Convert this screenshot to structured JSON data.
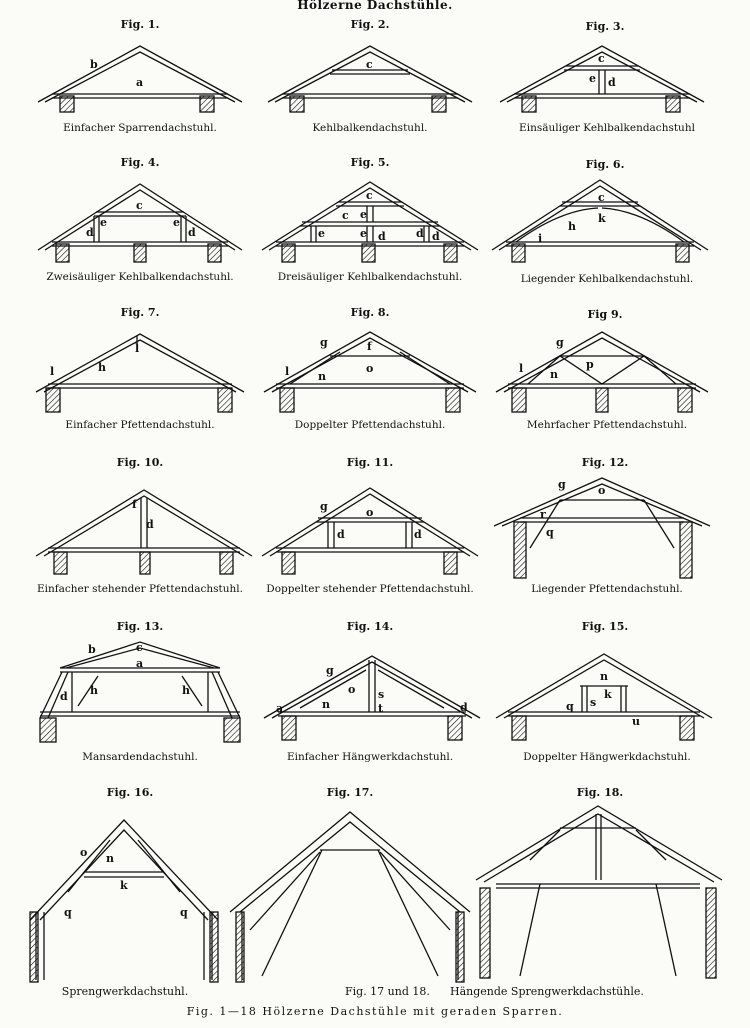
{
  "title": "Hölzerne Dachstühle.",
  "figures": [
    {
      "label": "Fig. 1.",
      "caption": "Einfacher Sparrendachstuhl.",
      "letters": [
        "b",
        "a"
      ]
    },
    {
      "label": "Fig. 2.",
      "caption": "Kehlbalkendachstuhl.",
      "letters": [
        "c"
      ]
    },
    {
      "label": "Fig. 3.",
      "caption": "Einsäuliger Kehlbalkendachstuhl",
      "letters": [
        "c",
        "e",
        "d"
      ]
    },
    {
      "label": "Fig. 4.",
      "caption": "Zweisäuliger Kehlbalkendachstuhl.",
      "letters": [
        "c",
        "e",
        "e",
        "d",
        "d"
      ]
    },
    {
      "label": "Fig. 5.",
      "caption": "Dreisäuliger Kehlbalkendachstuhl.",
      "letters": [
        "c",
        "c",
        "e",
        "e",
        "e",
        "d",
        "d",
        "d"
      ]
    },
    {
      "label": "Fig. 6.",
      "caption": "Liegender Kehlbalkendachstuhl.",
      "letters": [
        "c",
        "k",
        "h",
        "i"
      ]
    },
    {
      "label": "Fig. 7.",
      "caption": "Einfacher Pfettendachstuhl.",
      "letters": [
        "l",
        "h",
        "l"
      ]
    },
    {
      "label": "Fig. 8.",
      "caption": "Doppelter Pfettendachstuhl.",
      "letters": [
        "g",
        "f",
        "l",
        "n",
        "o"
      ]
    },
    {
      "label": "Fig 9.",
      "caption": "Mehrfacher Pfettendachstuhl.",
      "letters": [
        "g",
        "l",
        "n",
        "p"
      ]
    },
    {
      "label": "Fig. 10.",
      "caption": "Einfacher stehender Pfettendachstuhl.",
      "letters": [
        "f",
        "d"
      ]
    },
    {
      "label": "Fig. 11.",
      "caption": "Doppelter stehender Pfettendachstuhl.",
      "letters": [
        "g",
        "o",
        "d",
        "d"
      ]
    },
    {
      "label": "Fig. 12.",
      "caption": "Liegender Pfettendachstuhl.",
      "letters": [
        "g",
        "o",
        "r",
        "q"
      ]
    },
    {
      "label": "Fig. 13.",
      "caption": "Mansardendachstuhl.",
      "letters": [
        "b",
        "c",
        "a",
        "d",
        "h",
        "h"
      ]
    },
    {
      "label": "Fig. 14.",
      "caption": "Einfacher Hängwerkdachstuhl.",
      "letters": [
        "g",
        "o",
        "s",
        "a",
        "n",
        "t",
        "d"
      ]
    },
    {
      "label": "Fig. 15.",
      "caption": "Doppelter Hängwerkdachstuhl.",
      "letters": [
        "n",
        "k",
        "s",
        "q",
        "u"
      ]
    },
    {
      "label": "Fig. 16.",
      "caption": "",
      "letters": [
        "o",
        "n",
        "k",
        "q",
        "q"
      ]
    },
    {
      "label": "Fig. 17.",
      "caption": "",
      "letters": []
    },
    {
      "label": "Fig. 18.",
      "caption": "",
      "letters": []
    }
  ],
  "footer": {
    "left": "Sprengwerkdachstuhl.",
    "mid": "Fig. 17 und 18.",
    "right": "Hängende Sprengwerkdachstühle.",
    "bottom": "Fig. 1—18 Hölzerne Dachstühle mit geraden Sparren."
  }
}
